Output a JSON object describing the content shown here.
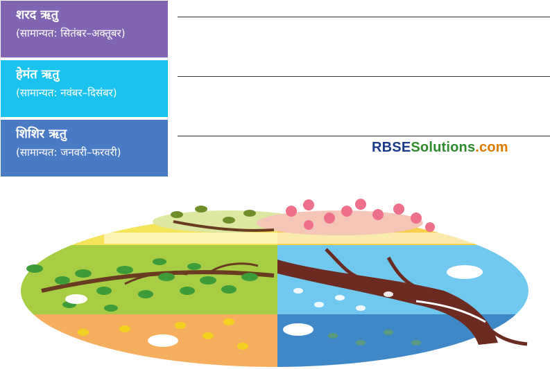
{
  "seasons": [
    {
      "name": "शरद ऋतु",
      "range": "(सामान्यत: सितंबर–अक्तूबर)",
      "color": "#8265b2"
    },
    {
      "name": "हेमंत ऋतु",
      "range": "(सामान्यत: नवंबर–दिसंबर)",
      "color": "#1ac2ef"
    },
    {
      "name": "शिशिर ऋतु",
      "range": "(सामान्यत: जनवरी–फरवरी)",
      "color": "#4b7ac4"
    }
  ],
  "watermark": {
    "part1": "RBSE",
    "part2": "Solutions",
    "part3": ".com",
    "color1": "#1a3a8a",
    "color2": "#2e8b2e",
    "color3": "#e07b00"
  },
  "illustration": {
    "icon": "seasons-tree-illustration-icon"
  }
}
